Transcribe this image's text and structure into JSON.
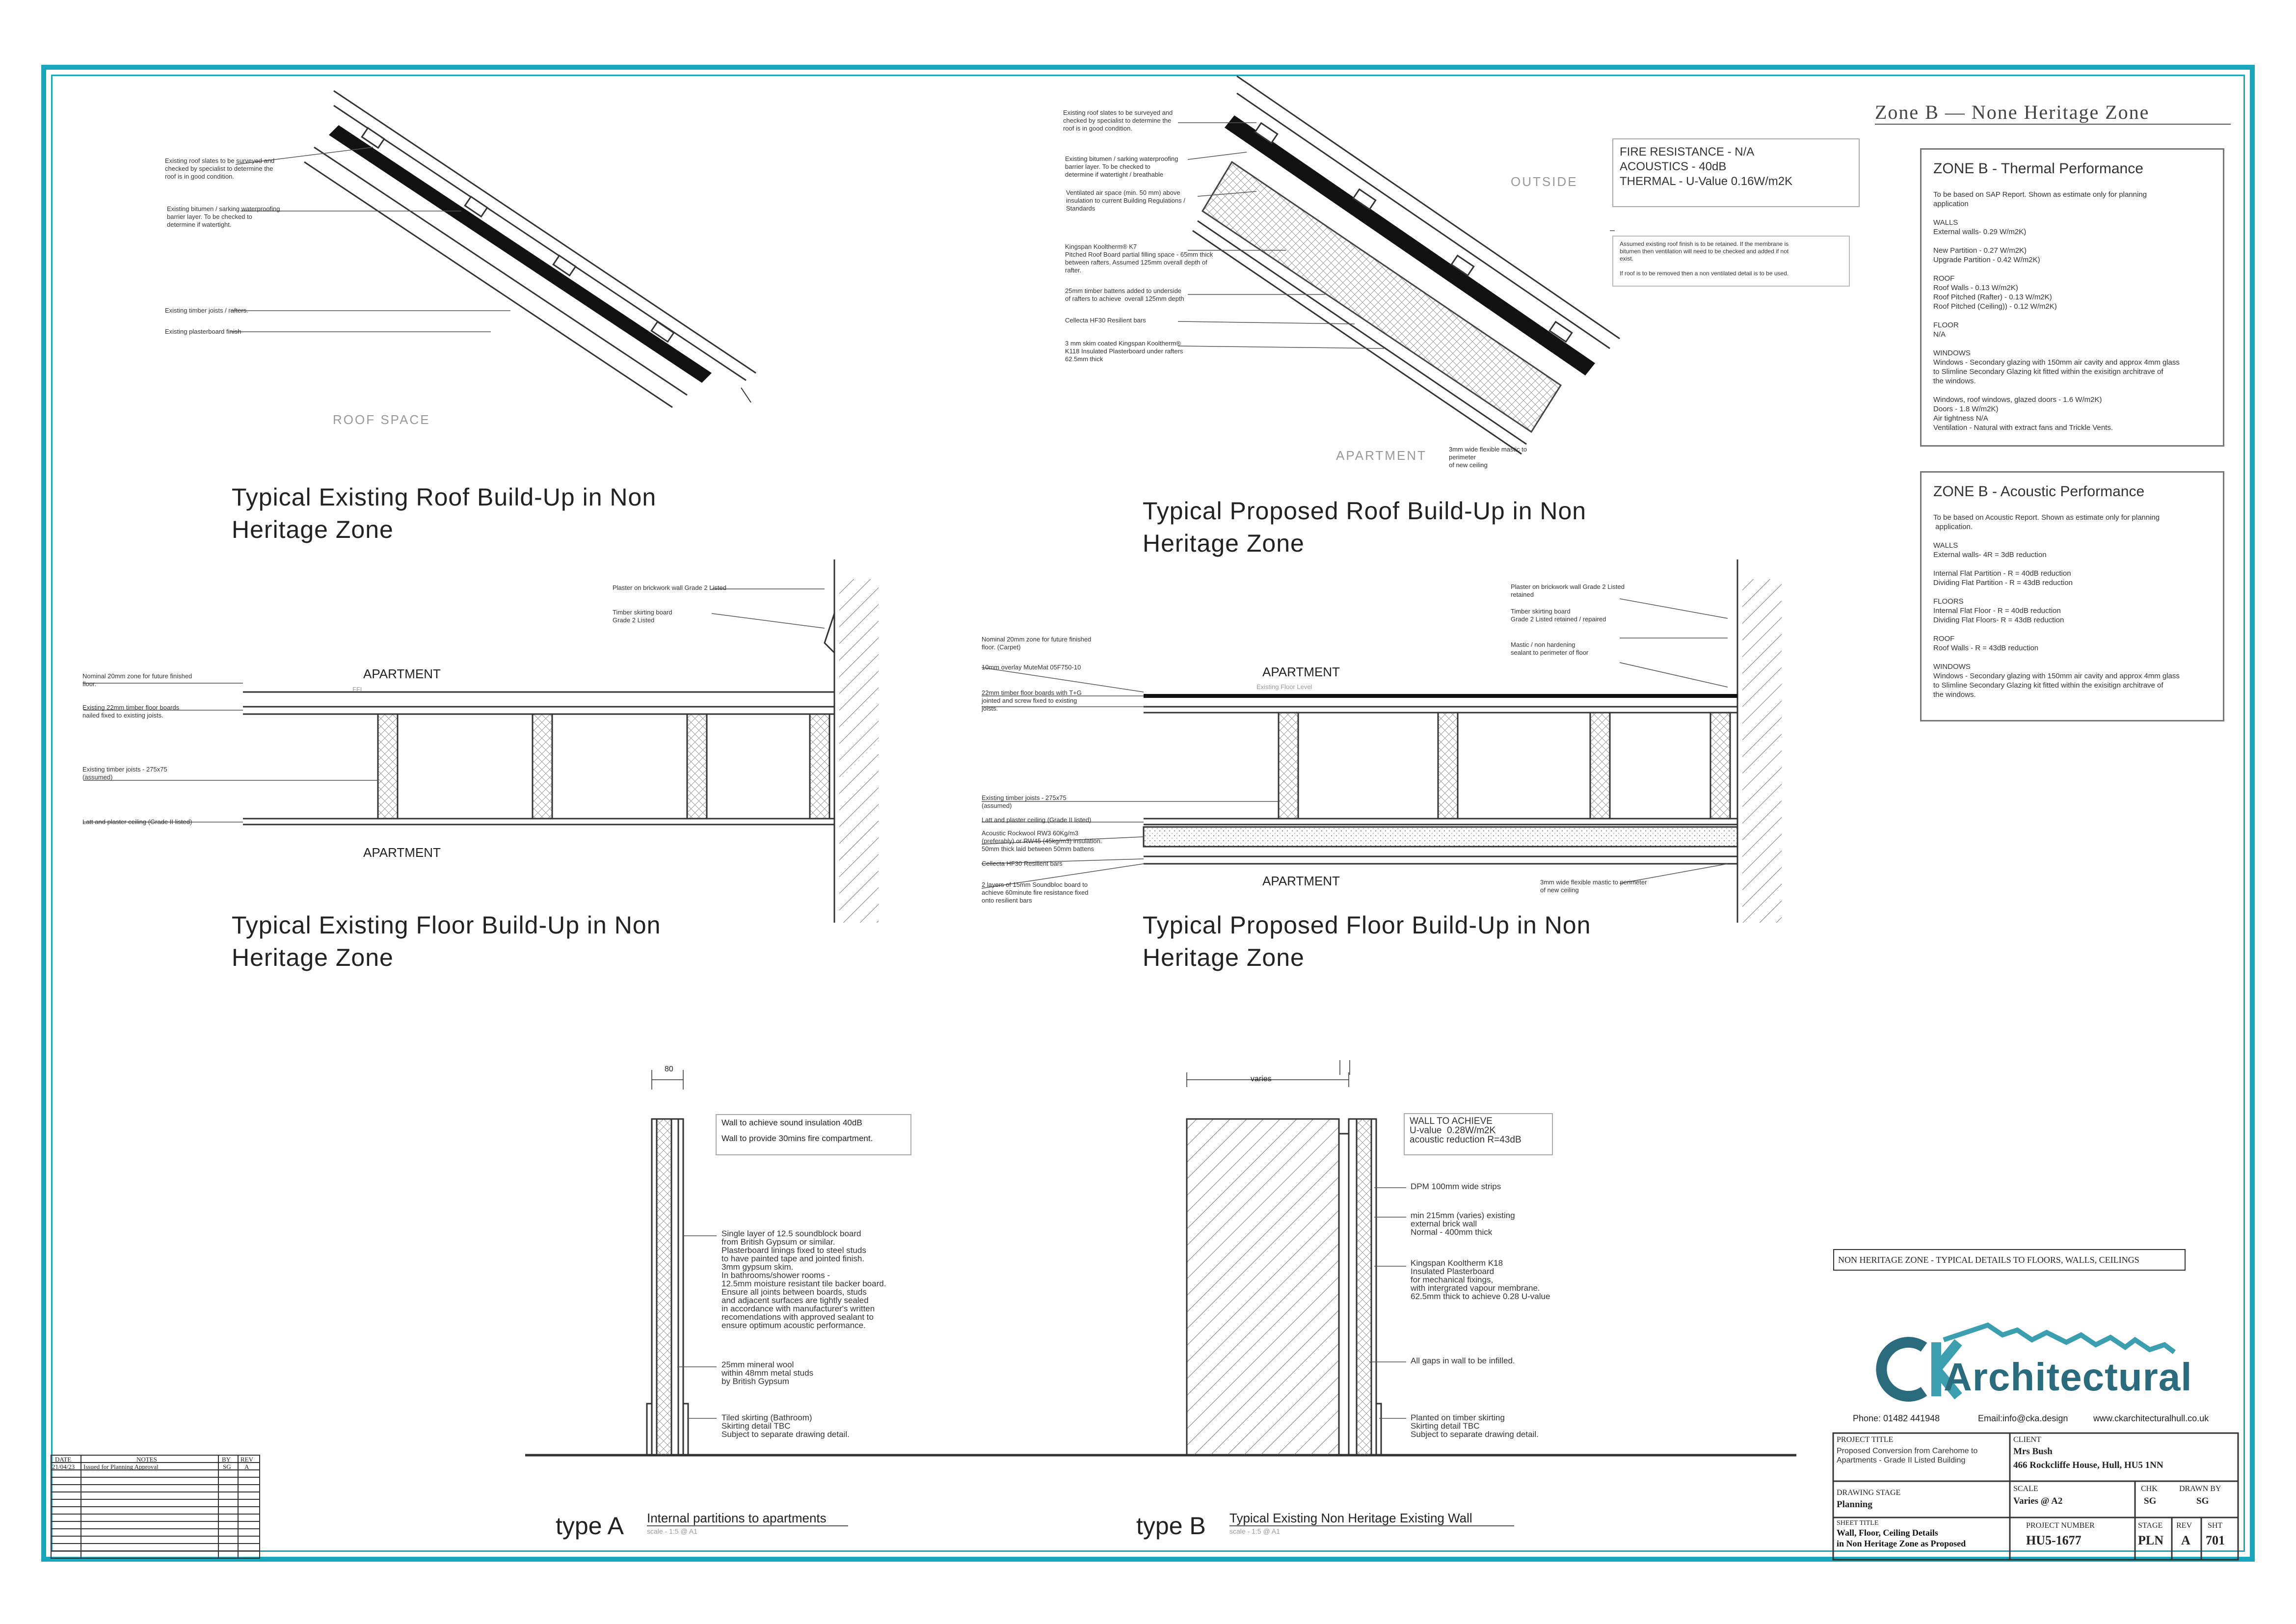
{
  "zone_heading": "Zone B — None Heritage Zone",
  "sections": {
    "existing_roof": {
      "title": "Typical Existing Roof Build-Up in Non\nHeritage Zone",
      "space_label": "ROOF SPACE",
      "notes": [
        "Existing roof slates to be surveyed and\nchecked by specialist to determine the\nroof is in good condition.",
        "Existing bitumen / sarking waterproofing\nbarrier layer. To be checked to\ndetermine if watertight.",
        "Existing timber joists / rafters.",
        "Existing plasterboard finish"
      ]
    },
    "proposed_roof": {
      "title": "Typical Proposed Roof Build-Up in Non\nHeritage Zone",
      "outside_label": "OUTSIDE",
      "apartment_label": "APARTMENT",
      "notes": [
        "Existing roof slates to be surveyed and\nchecked by specialist to determine the\nroof is in good condition.",
        "Existing bitumen / sarking waterproofing\nbarrier layer. To be checked to\ndetermine if watertight / breathable",
        "Ventilated air space (min. 50 mm) above\ninsulation to current Building Regulations /\nStandards",
        "Kingspan Kooltherm® K7\nPitched Roof Board partial filling space - 65mm thick\nbetween rafters. Assumed 125mm overall depth of\nrafter.",
        "25mm timber battens added to underside\nof rafters to achieve  overall 125mm depth",
        "Cellecta HF30 Resilient bars",
        "3 mm skim coated Kingspan Kooltherm®\nK118 Insulated Plasterboard under rafters\n62.5mm thick"
      ],
      "mastic_note": "3mm wide flexible mastic to\nperimeter\nof new ceiling",
      "performance": [
        "FIRE RESISTANCE - N/A",
        "ACOUSTICS - 40dB",
        "THERMAL - U-Value 0.16W/m2K"
      ],
      "assumption": "Assumed existing roof finish is to be retained. If the membrane is\nbitumen then ventilation will need to be checked and added if not\nexist.\n\nIf roof is to be removed then a non ventilated detail is to be used."
    },
    "existing_floor": {
      "title": "Typical Existing Floor Build-Up in Non\nHeritage Zone",
      "apartment_top": "APARTMENT",
      "apartment_bottom": "APARTMENT",
      "ffl": "FFL",
      "notes": [
        "Nominal 20mm zone for future finished\nfloor.",
        "Existing 22mm timber floor boards\nnailed fixed to existing joists.",
        "Existing timber joists - 275x75\n(assumed)",
        "Latt and plaster ceiling (Grade II listed)"
      ],
      "right_notes": [
        "Plaster on brickwork wall Grade 2 Listed",
        "Timber skirting board\nGrade 2 Listed"
      ]
    },
    "proposed_floor": {
      "title": "Typical Proposed Floor Build-Up in Non\nHeritage Zone",
      "apartment_top": "APARTMENT",
      "apartment_bottom": "APARTMENT",
      "floor_level": "Existing Floor Level",
      "notes": [
        "Nominal 20mm zone for future finished\nfloor. (Carpet)",
        "10mm overlay MuteMat 05F750-10",
        "22mm timber floor boards with T+G\njointed and screw fixed to existing\njoists.",
        "Existing timber joists - 275x75\n(assumed)",
        "Latt and plaster ceiling (Grade II listed)",
        "Acoustic Rockwool RW3 60Kg/m3\n(preferably) or RW45 (45kg/m3) insulation.\n50mm thick laid between 50mm battens",
        "Cellecta HF30 Resilient bars",
        "2 layers of 15mm Soundbloc board to\nachieve 60minute fire resistance fixed\nonto resilient bars"
      ],
      "right_notes": [
        "Plaster on brickwork wall Grade 2 Listed\nretained",
        "Timber skirting board\nGrade 2 Listed retained / repaired",
        "Mastic / non hardening\nsealant to perimeter of floor",
        "3mm wide flexible mastic to perimeter\nof new ceiling"
      ]
    },
    "type_a": {
      "label": "type A",
      "caption": "Internal partitions to apartments",
      "scale": "scale - 1:5 @ A1",
      "dimension": "80",
      "notes": [
        "Wall to achieve sound insulation 40dB",
        "Wall to provide 30mins fire compartment.",
        "Single layer of 12.5 soundblock board\nfrom British Gypsum or similar.\nPlasterboard linings fixed to steel studs\nto have painted tape and jointed finish.\n3mm gypsum skim.\nIn bathrooms/shower rooms -\n12.5mm moisture resistant tile backer board.\nEnsure all joints between boards, studs\nand adjacent surfaces are tightly sealed\nin accordance with manufacturer's written\nrecomendations with approved sealant to\nensure optimum acoustic performance.",
        "25mm mineral wool\nwithin 48mm metal studs\nby British Gypsum",
        "Tiled skirting (Bathroom)\nSkirting detail TBC\nSubject to separate drawing detail."
      ]
    },
    "type_b": {
      "label": "type B",
      "caption": "Typical Existing Non Heritage Existing Wall",
      "scale": "scale - 1:5 @ A1",
      "dimension": "varies",
      "notes": [
        "WALL TO ACHIEVE\nU-value  0.28W/m2K\nacoustic reduction R=43dB",
        "DPM 100mm wide strips",
        "min 215mm (varies) existing\nexternal brick wall\nNormal - 400mm thick",
        "Kingspan Kooltherm K18\nInsulated Plasterboard\nfor mechanical fixings,\nwith intergrated vapour membrane.\n62.5mm thick to achieve 0.28 U-value",
        "All gaps in wall to be infilled.",
        "Planted on timber skirting\nSkirting detail TBC\nSubject to separate drawing detail."
      ]
    }
  },
  "thermal_box": {
    "title": "ZONE B - Thermal Performance",
    "body": "To be based on SAP Report. Shown as estimate only for planning\napplication\n\nWALLS\nExternal walls- 0.29 W/m2K)\n\nNew Partition - 0.27 W/m2K)\nUpgrade Partition - 0.42 W/m2K)\n\nROOF\nRoof Walls - 0.13 W/m2K)\nRoof Pitched (Rafter) - 0.13 W/m2K)\nRoof Pitched (Ceiling)) - 0.12 W/m2K)\n\nFLOOR\nN/A\n\nWINDOWS\nWindows - Secondary glazing with 150mm air cavity and approx 4mm glass\nto Slimline Secondary Glazing kit fitted within the exisitign architrave of\nthe windows.\n\nWindows, roof windows, glazed doors - 1.6 W/m2K)\nDoors - 1.8 W/m2K)\nAir tightness N/A\nVentilation - Natural with extract fans and Trickle Vents."
  },
  "acoustic_box": {
    "title": "ZONE B - Acoustic Performance",
    "body": "To be based on Acoustic Report. Shown as estimate only for planning\n application.\n\nWALLS\nExternal walls- 4R = 3dB reduction\n\nInternal Flat Partition - R = 40dB reduction\nDividing Flat Partition - R = 43dB reduction\n\nFLOORS\nInternal Flat Floor - R = 40dB reduction\nDividing Flat Floors- R = 43dB reduction\n\nROOF\nRoof Walls - R = 43dB reduction\n\nWINDOWS\nWindows - Secondary glazing with 150mm air cavity and approx 4mm glass\nto Slimline Secondary Glazing kit fitted within the exisitign architrave of\nthe windows."
  },
  "sheet_banner": "NON HERITAGE ZONE - TYPICAL DETAILS TO FLOORS, WALLS, CEILINGS",
  "logo": {
    "text": "Architectural",
    "phone": "Phone: 01482 441948",
    "email": "Email:info@cka.design",
    "web": "www.ckarchitecturalhull.co.uk"
  },
  "title_block": {
    "project_title_label": "PROJECT TITLE",
    "project_title": "Proposed Conversion from Carehome to\nApartments - Grade II Listed Building",
    "client_label": "CLIENT",
    "client_name": "Mrs Bush",
    "client_address": "466 Rockcliffe House, Hull, HU5 1NN",
    "stage_label": "DRAWING STAGE",
    "stage": "Planning",
    "scale_label": "SCALE",
    "scale": "Varies @ A2",
    "chk_label": "CHK",
    "chk": "SG",
    "drawn_label": "DRAWN BY",
    "drawn": "SG",
    "sheet_title_label": "SHEET TITLE",
    "sheet_title": "Wall, Floor, Ceiling Details\nin Non Heritage Zone as Proposed",
    "project_number_label": "PROJECT NUMBER",
    "project_number": "HU5-1677",
    "stage_code_label": "STAGE",
    "stage_code": "PLN",
    "rev_label": "REV",
    "rev": "A",
    "sht_label": "SHT",
    "sht": "701"
  },
  "revisions": {
    "headers": [
      "DATE",
      "NOTES",
      "BY",
      "REV"
    ],
    "rows": [
      [
        "21/04/23",
        "Issued for Planning Approval",
        "SG",
        "A"
      ]
    ]
  }
}
